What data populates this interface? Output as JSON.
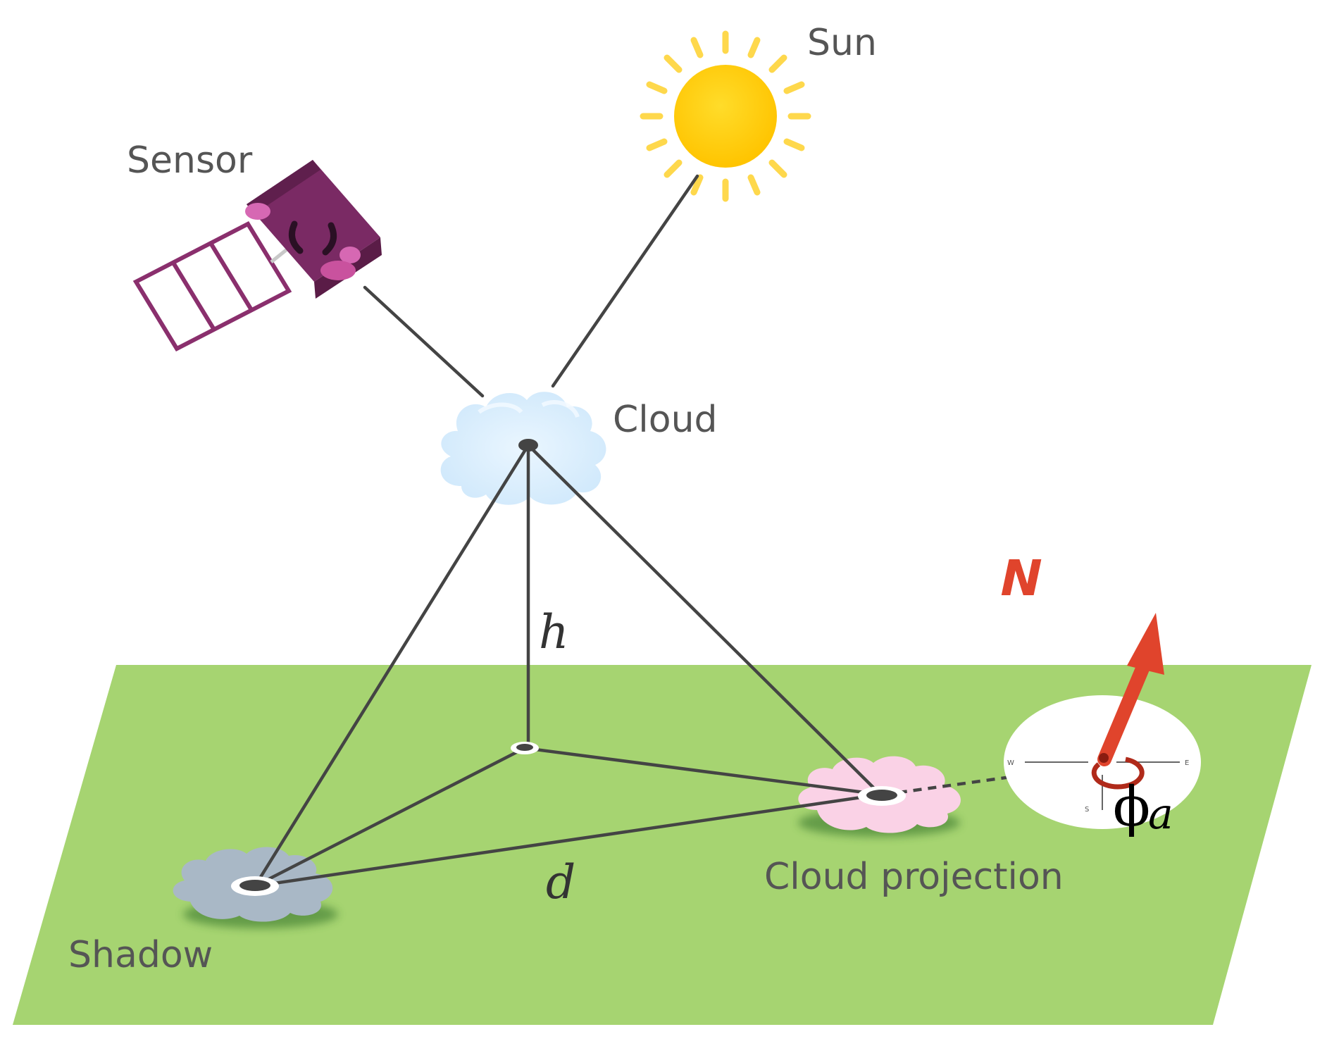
{
  "labels": {
    "sun": "Sun",
    "sensor": "Sensor",
    "cloud": "Cloud",
    "height": "h",
    "distance": "d",
    "shadow": "Shadow",
    "cloud_projection": "Cloud projection",
    "north": "N",
    "azimuth_symbol": "ϕ",
    "azimuth_subscript": "a",
    "compass": {
      "west": "W",
      "east": "E",
      "south": "S"
    }
  },
  "colors": {
    "ground": "#a6d471",
    "sun": "#ffcc00",
    "sun_rays": "#fed84c",
    "satellite": "#8a2f6d",
    "solar_panel": "#8a2f6d",
    "cloud": "#dcefff",
    "cloud_projection": "#fad2e6",
    "shadow_cloud": "#a9b8c6",
    "lines": "#444444",
    "north_arrow": "#e0442c",
    "label_text": "#555555"
  }
}
